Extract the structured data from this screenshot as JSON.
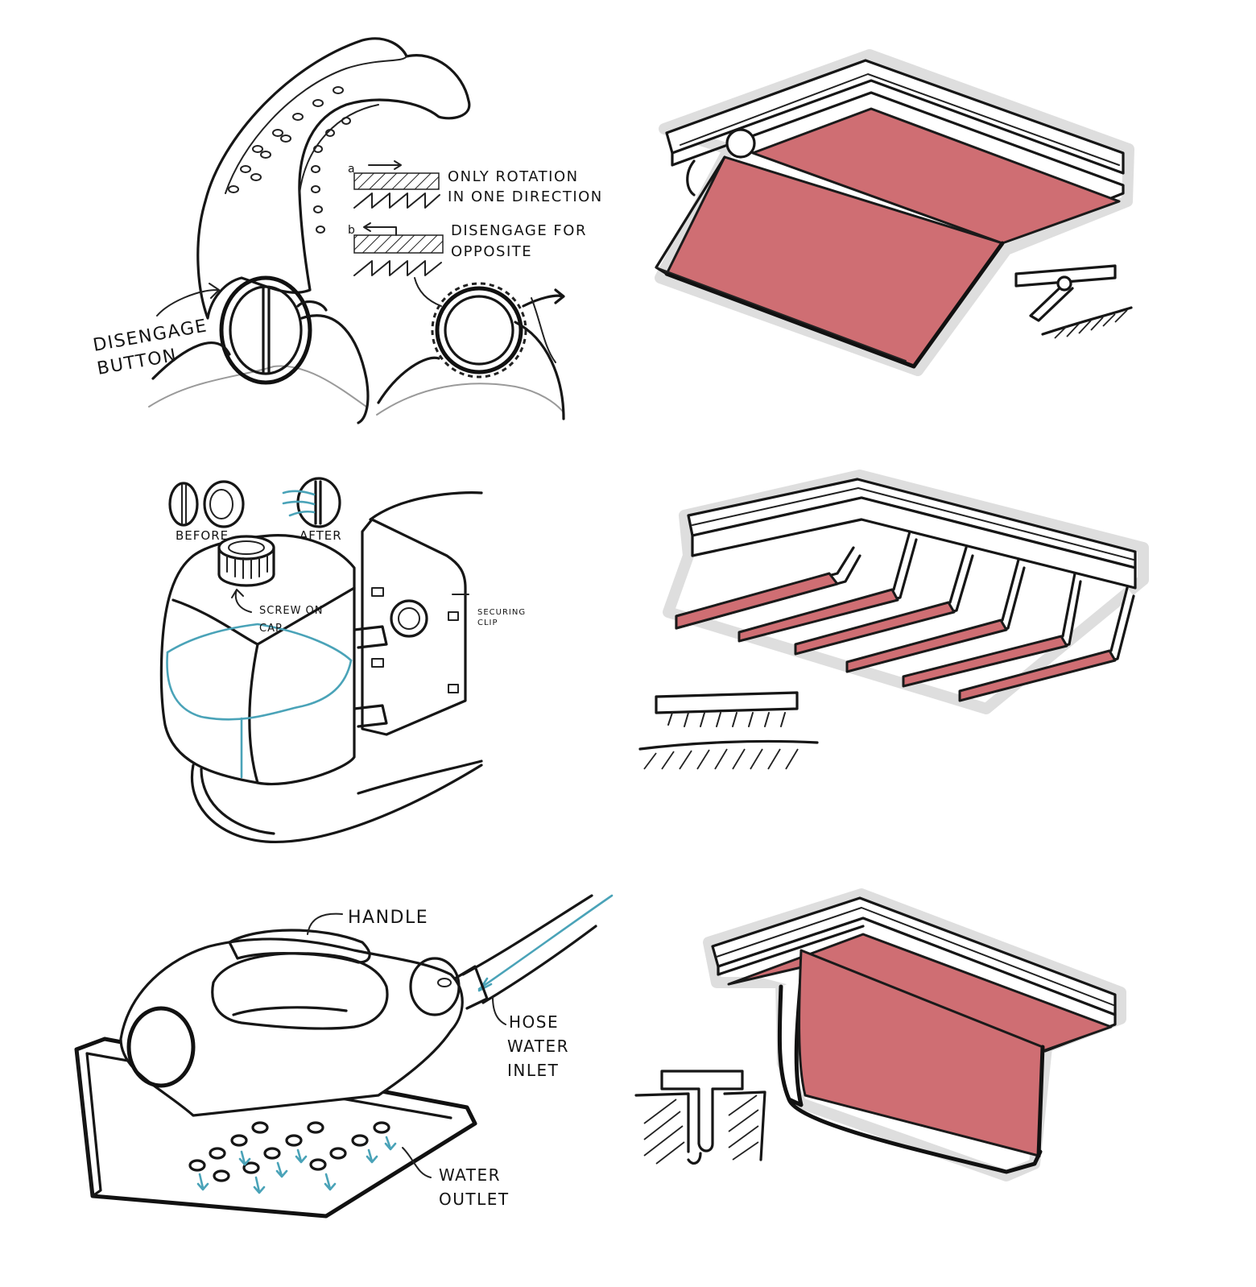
{
  "colors": {
    "accent_pink": "#cf6e73",
    "water_blue": "#4aa3b8",
    "ink": "#161616"
  },
  "panels": {
    "handle_ratchet": {
      "disengage_button": [
        "DISENGAGE",
        "BUTTON"
      ],
      "step_a": "a",
      "step_b": "b",
      "note_a": [
        "ONLY ROTATION",
        "IN ONE DIRECTION"
      ],
      "note_b": [
        "DISENGAGE FOR",
        "OPPOSITE"
      ]
    },
    "water_tank": {
      "before": "BEFORE",
      "after": "AFTER",
      "screw_on_cap": [
        "SCREW ON",
        "CAP"
      ],
      "securing_clip": [
        "SECURING",
        "CLIP"
      ]
    },
    "steam_iron": {
      "handle": "HANDLE",
      "hose_water_inlet": [
        "HOSE",
        "WATER",
        "INLET"
      ],
      "water_outlet": [
        "WATER",
        "OUTLET"
      ]
    }
  }
}
